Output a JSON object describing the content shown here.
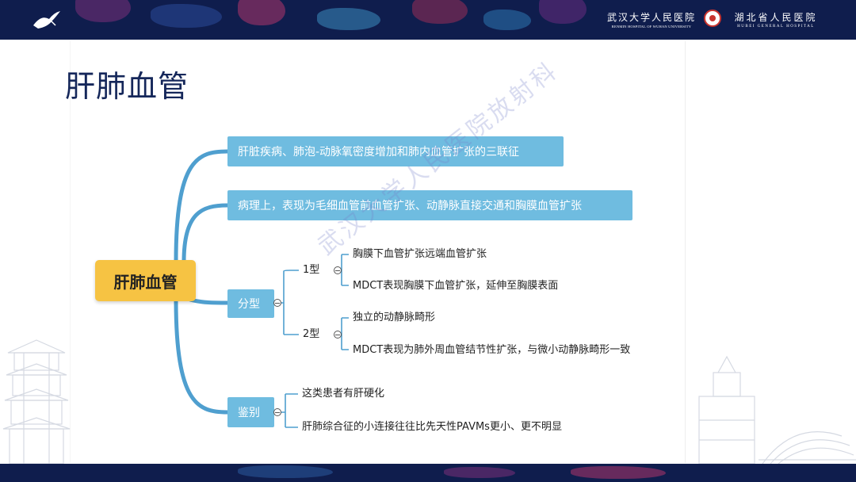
{
  "header": {
    "hospital_left_cn": "武汉大学人民医院",
    "hospital_left_en": "RENMIN HOSPITAL OF WUHAN UNIVERSITY",
    "hospital_right_cn": "湖北省人民医院",
    "hospital_right_en": "HUBEI GENERAL HOSPITAL"
  },
  "page_title": "肝肺血管",
  "mindmap": {
    "central": "肝肺血管",
    "definition": "肝脏疾病、肺泡-动脉氧密度增加和肺内血管扩张的三联征",
    "pathology": "病理上，表现为毛细血管前血管扩张、动静脉直接交通和胸膜血管扩张",
    "classification": {
      "label": "分型",
      "type1": {
        "label": "1型",
        "items": [
          "胸膜下血管扩张远端血管扩张",
          "MDCT表现胸膜下血管扩张，延伸至胸膜表面"
        ]
      },
      "type2": {
        "label": "2型",
        "items": [
          "独立的动静脉畸形",
          "MDCT表现为肺外周血管结节性扩张，与微小动静脉畸形一致"
        ]
      }
    },
    "differential": {
      "label": "鉴别",
      "items": [
        "这类患者有肝硬化",
        "肝肺综合征的小连接往往比先天性PAVMs更小、更不明显"
      ]
    }
  },
  "watermark": "武汉大学人民医院放射科",
  "colors": {
    "navy": "#0f1d4d",
    "node_blue": "#6fbce0",
    "central_yellow": "#f6c343",
    "title": "#15275a"
  }
}
